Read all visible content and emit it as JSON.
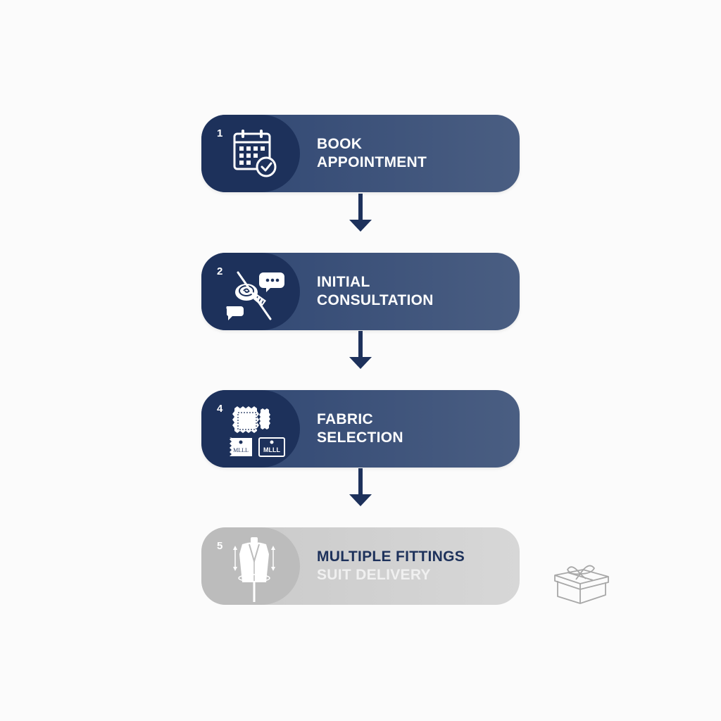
{
  "colors": {
    "navy": "#1d315b",
    "navy_light": "#4a5e82",
    "inactive": "#c9c9c9",
    "background": "#fbfbfb"
  },
  "steps": [
    {
      "number": "1",
      "lines": [
        "BOOK",
        "APPOINTMENT"
      ],
      "icon": "calendar-check-icon",
      "state": "active"
    },
    {
      "number": "2",
      "lines": [
        "INITIAL",
        "CONSULTATION"
      ],
      "icon": "measuring-tape-chat-icon",
      "state": "active"
    },
    {
      "number": "4",
      "lines": [
        "FABRIC",
        "SELECTION"
      ],
      "icon": "fabric-swatches-icon",
      "state": "active"
    },
    {
      "number": "5",
      "lines": [
        "MULTIPLE FITTINGS",
        "SUIT DELIVERY"
      ],
      "icon": "tailor-dummy-icon",
      "state": "inactive"
    }
  ],
  "swatch_tags": [
    "MLLL",
    "MLLL"
  ],
  "side_icon": "gift-box-icon"
}
